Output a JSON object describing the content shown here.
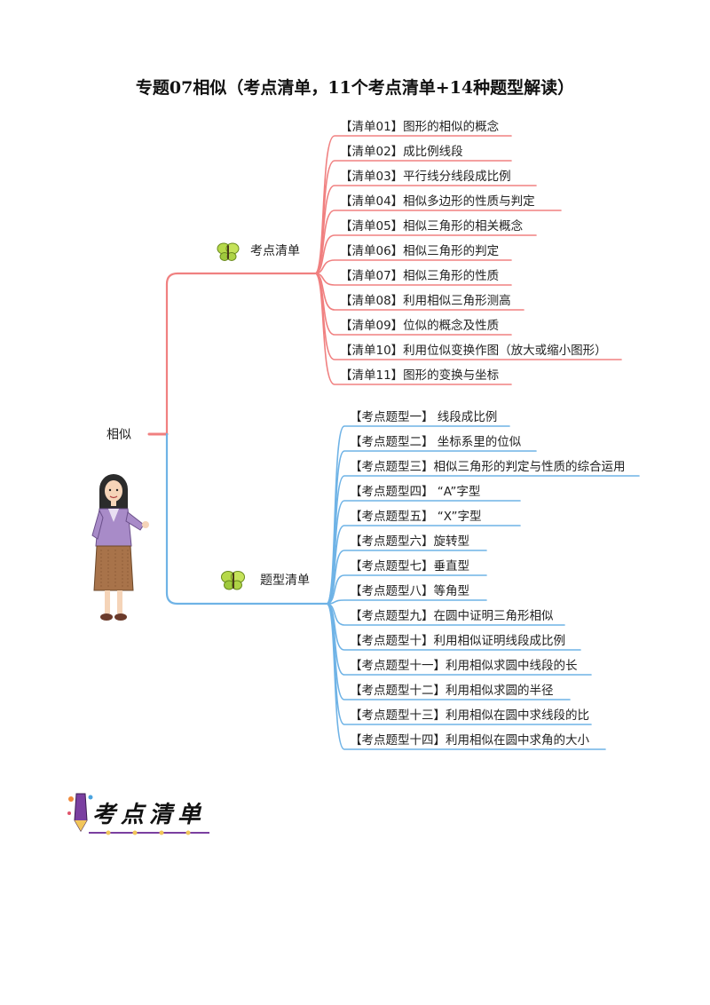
{
  "title": "专题07相似（考点清单，11个考点清单+14种题型解读）",
  "mindmap": {
    "root": "相似",
    "branches": [
      {
        "label": "考点清单",
        "color": "#f08080",
        "items": [
          "【清单01】图形的相似的概念",
          "【清单02】成比例线段",
          "【清单03】平行线分线段成比例",
          "【清单04】相似多边形的性质与判定",
          "【清单05】相似三角形的相关概念",
          "【清单06】相似三角形的判定",
          "【清单07】相似三角形的性质",
          "【清单08】利用相似三角形测高",
          "【清单09】位似的概念及性质",
          "【清单10】利用位似变换作图（放大或缩小图形）",
          "【清单11】图形的变换与坐标"
        ]
      },
      {
        "label": "题型清单",
        "color": "#6fb3e6",
        "items": [
          "【考点题型一】 线段成比例",
          "【考点题型二】 坐标系里的位似",
          "【考点题型三】相似三角形的判定与性质的综合运用",
          "【考点题型四】 “A”字型",
          "【考点题型五】 “X”字型",
          "【考点题型六】旋转型",
          "【考点题型七】垂直型",
          "【考点题型八】等角型",
          "【考点题型九】在圆中证明三角形相似",
          "【考点题型十】利用相似证明线段成比例",
          "【考点题型十一】利用相似求圆中线段的长",
          "【考点题型十二】利用相似求圆的半径",
          "【考点题型十三】利用相似在圆中求线段的比",
          "【考点题型十四】利用相似在圆中求角的大小"
        ]
      }
    ]
  },
  "footer": {
    "heading": "考点清单"
  },
  "icons": [
    "butterfly-icon",
    "teacher-illustration",
    "pen-icon"
  ]
}
